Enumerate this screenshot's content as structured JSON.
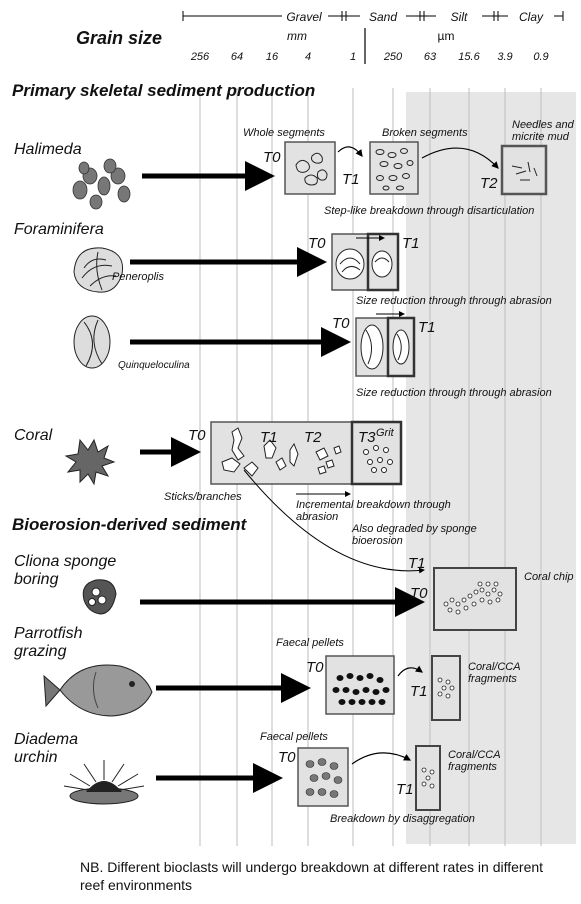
{
  "grain_size": {
    "title": "Grain size",
    "classes": [
      "Gravel",
      "Sand",
      "Silt",
      "Clay"
    ],
    "unit_mm": "mm",
    "unit_um": "µm",
    "ticks_mm": [
      "256",
      "64",
      "16",
      "4",
      "1"
    ],
    "ticks_um": [
      "250",
      "63",
      "15.6",
      "3.9",
      "0.9"
    ]
  },
  "section_primary": "Primary skeletal sediment production",
  "section_bioerosion": "Bioerosion-derived sediment",
  "halimeda": {
    "name": "Halimeda",
    "t0": "T0",
    "t1": "T1",
    "t2": "T2",
    "label_whole": "Whole segments",
    "label_broken": "Broken segments",
    "label_needles_1": "Needles and",
    "label_needles_2": "micrite mud",
    "caption": "Step-like breakdown through disarticulation"
  },
  "foraminifera": {
    "name": "Foraminifera",
    "peneroplis": {
      "name": "Peneroplis",
      "t0": "T0",
      "t1": "T1",
      "caption": "Size reduction through  through abrasion"
    },
    "quinqueloculina": {
      "name": "Quinqueloculina",
      "t0": "T0",
      "t1": "T1",
      "caption": "Size reduction through  through abrasion"
    }
  },
  "coral": {
    "name": "Coral",
    "t0": "T0",
    "t1": "T1",
    "t2": "T2",
    "t3": "T3",
    "grit": "Grit",
    "label_sticks": "Sticks/branches",
    "caption_1": "Incremental breakdown through",
    "caption_2": "abrasion",
    "sponge_note_1": "Also degraded by sponge",
    "sponge_note_2": "bioerosion"
  },
  "cliona": {
    "name_1": "Cliona sponge",
    "name_2": "boring",
    "t0": "T0",
    "t1": "T1",
    "label": "Coral chip"
  },
  "parrotfish": {
    "name_1": "Parrotfish",
    "name_2": "grazing",
    "t0": "T0",
    "t1": "T1",
    "label_pellets": "Faecal pellets",
    "label_frag_1": "Coral/CCA",
    "label_frag_2": "fragments"
  },
  "diadema": {
    "name_1": "Diadema",
    "name_2": "urchin",
    "t0": "T0",
    "t1": "T1",
    "label_pellets": "Faecal pellets",
    "label_frag_1": "Coral/CCA",
    "label_frag_2": "fragments",
    "caption": "Breakdown by disaggregation"
  },
  "footnote": "NB. Different bioclasts will undergo breakdown at different rates in different reef environments"
}
